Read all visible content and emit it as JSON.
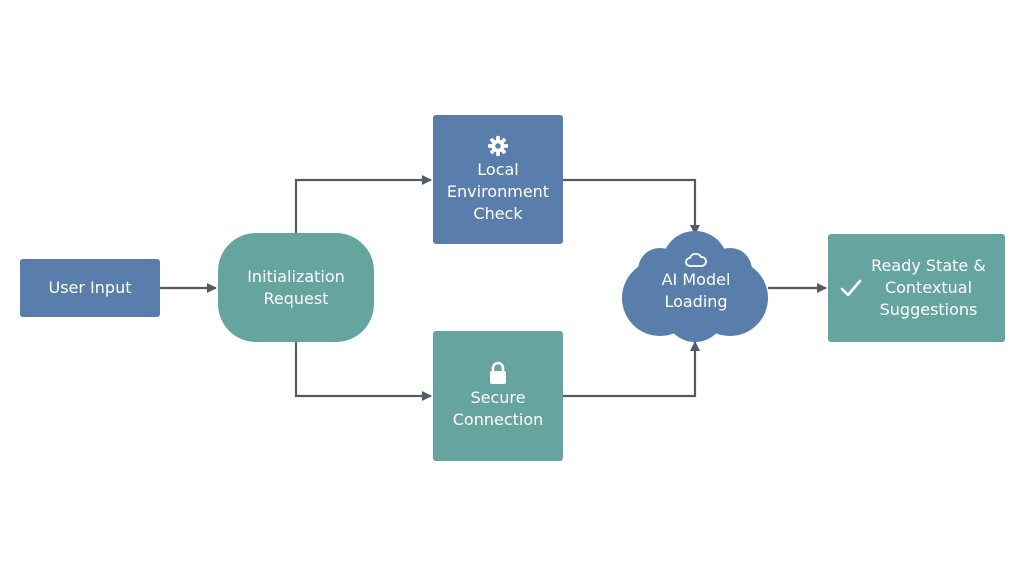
{
  "nodes": {
    "user_input": "User Input",
    "initialization_request": "Initialization Request",
    "local_environment_check": "Local Environment Check",
    "secure_connection": "Secure Connection",
    "ai_model_loading": "AI Model Loading",
    "ready_state": "Ready State & Contextual Suggestions"
  },
  "icons": {
    "environment": "gear-icon",
    "secure": "lock-icon",
    "model": "cloud-icon",
    "ready": "checkmark-icon"
  },
  "colors": {
    "blue": "#5a7eab",
    "teal": "#66a59f",
    "arrow": "#545b64"
  }
}
